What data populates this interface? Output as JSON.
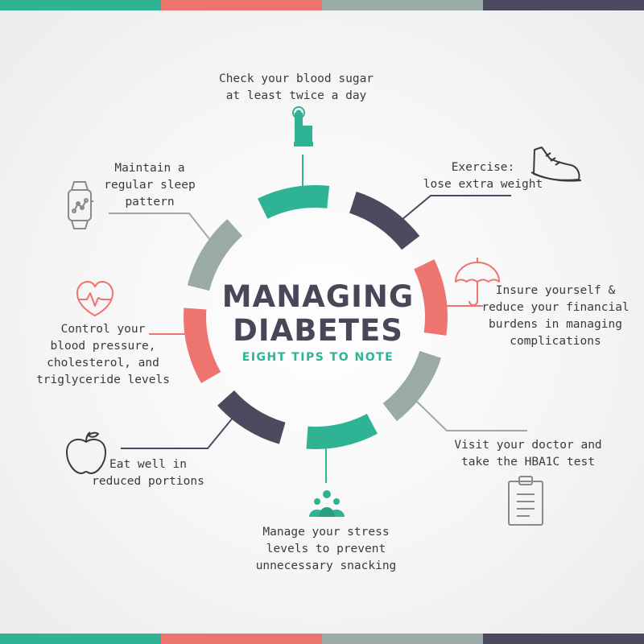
{
  "colors": {
    "teal": "#2eb394",
    "coral": "#ee7470",
    "gray": "#9aaaa6",
    "navy": "#4b4a5e",
    "line_icon": "#8a8a8a"
  },
  "header": {
    "title_line1": "MANAGING",
    "title_line2": "DIABETES",
    "subtitle": "EIGHT TIPS TO NOTE"
  },
  "tips": {
    "blood_sugar": {
      "line1": "Check your blood sugar",
      "line2": "at least twice a day",
      "icon": "finger-tap-icon"
    },
    "exercise": {
      "line1": "Exercise:",
      "line2": "lose extra weight",
      "icon": "sneaker-icon"
    },
    "insure": {
      "line1": "Insure yourself &",
      "line2": "reduce your financial",
      "line3": "burdens in managing",
      "line4": "complications",
      "icon": "umbrella-icon"
    },
    "doctor": {
      "line1": "Visit your doctor and",
      "line2": "take the HBA1C test",
      "icon": "clipboard-icon"
    },
    "stress": {
      "line1": "Manage your stress",
      "line2": "levels to prevent",
      "line3": "unnecessary snacking",
      "icon": "group-icon"
    },
    "eat": {
      "line1": "Eat well in",
      "line2": "reduced portions",
      "icon": "apple-icon"
    },
    "pressure": {
      "line1": "Control your",
      "line2": "blood pressure,",
      "line3": "cholesterol, and",
      "line4": "triglyceride levels",
      "icon": "heart-pulse-icon"
    },
    "sleep": {
      "line1": "Maintain a",
      "line2": "regular sleep",
      "line3": "pattern",
      "icon": "smartwatch-icon"
    }
  }
}
